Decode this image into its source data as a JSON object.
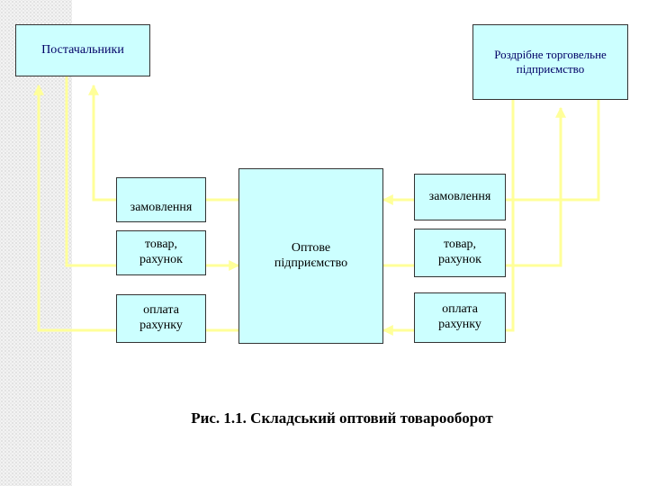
{
  "diagram": {
    "suppliers_label": "Постачальники",
    "retail_label": "Роздрібне торговельне\nпідприємство",
    "wholesale_label": "Оптове\nпідприємство",
    "left": {
      "order_label": "замовлення",
      "goods_label": "товар,\nрахунок",
      "payment_label": "оплата\nрахунку"
    },
    "right": {
      "order_label": "замовлення",
      "goods_label": "товар,\nрахунок",
      "payment_label": "оплата\nрахунку"
    },
    "caption": "Рис. 1.1. Складський оптовий товарооборот"
  },
  "colors": {
    "box_fill": "#ccffff",
    "box_border": "#333333",
    "arrow": "#ffff99",
    "title_text": "#000066"
  }
}
